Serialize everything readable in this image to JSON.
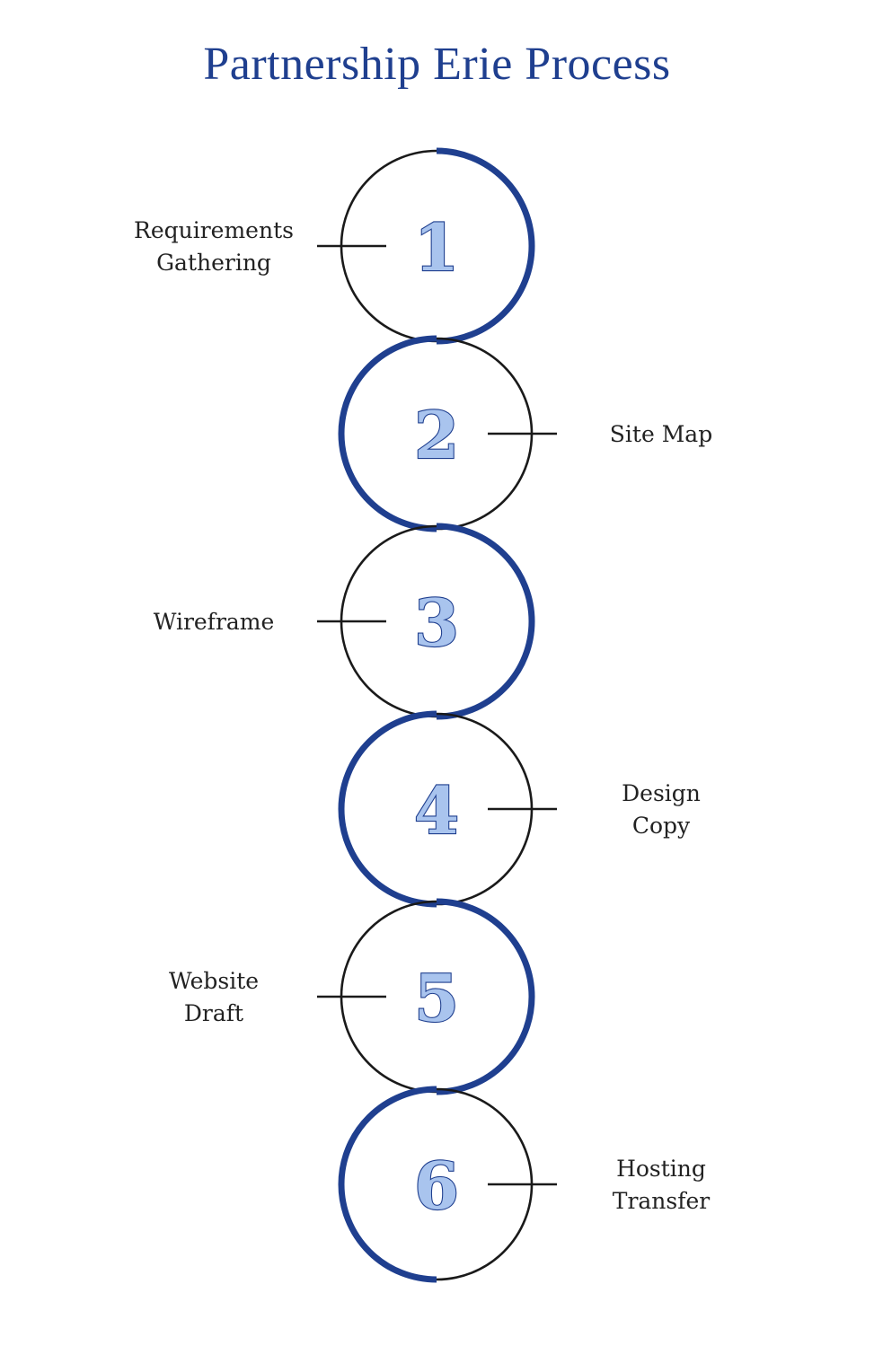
{
  "title": "Partnership Erie Process",
  "colors": {
    "accent": "#1f3f8f",
    "number_fill": "#a9c4ee",
    "outline": "#1a1a1a",
    "label_text": "#222222"
  },
  "steps": [
    {
      "number": "1",
      "label_lines": [
        "Requirements",
        "Gathering"
      ],
      "side": "left"
    },
    {
      "number": "2",
      "label_lines": [
        "Site Map"
      ],
      "side": "right"
    },
    {
      "number": "3",
      "label_lines": [
        "Wireframe"
      ],
      "side": "left"
    },
    {
      "number": "4",
      "label_lines": [
        "Design",
        "Copy"
      ],
      "side": "right"
    },
    {
      "number": "5",
      "label_lines": [
        "Website",
        "Draft"
      ],
      "side": "left"
    },
    {
      "number": "6",
      "label_lines": [
        "Hosting",
        "Transfer"
      ],
      "side": "right"
    }
  ]
}
